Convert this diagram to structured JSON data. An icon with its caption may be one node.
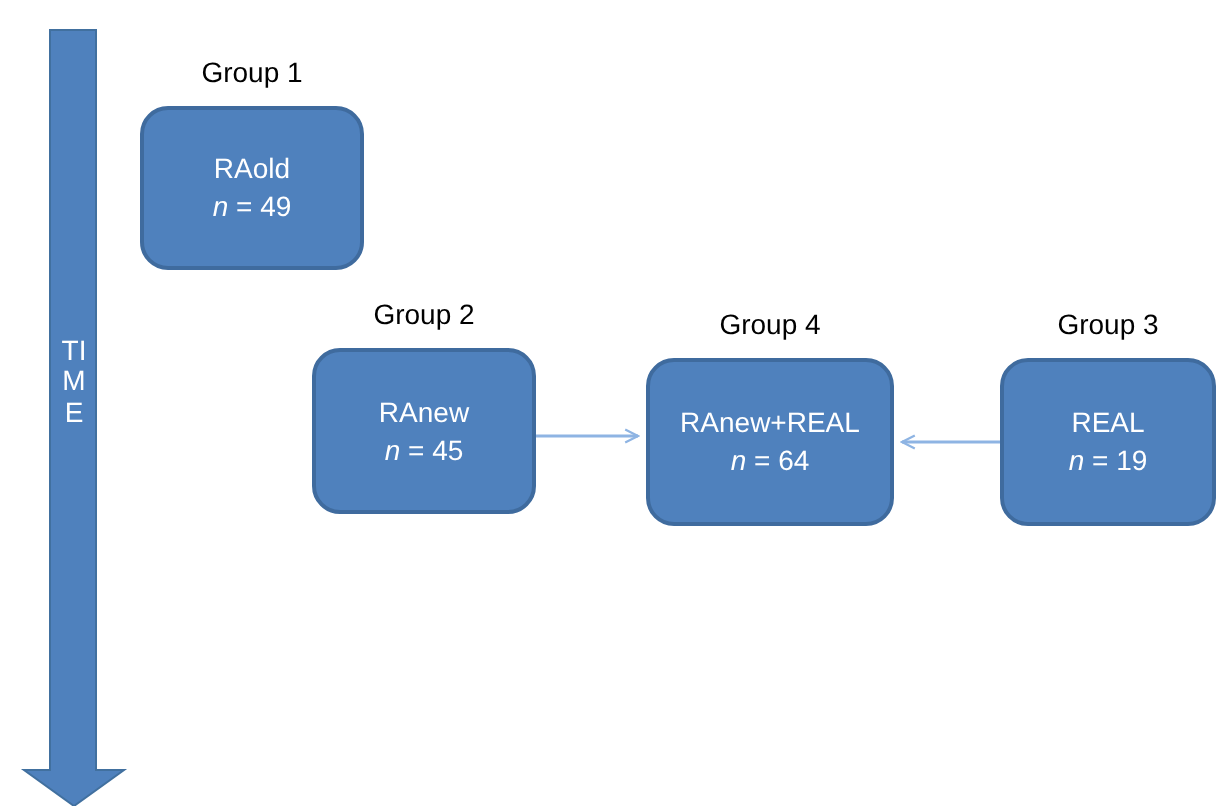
{
  "diagram": {
    "nodes": [
      {
        "text": [
          "Group 1",
          "RAold",
          "*n* = 49"
        ]
      },
      {
        "text": [
          "Group 2",
          "RAnew",
          "*n* = 45"
        ]
      },
      {
        "text": [
          "Group 4",
          "RAnew+REAL",
          "*n* = 64"
        ]
      },
      {
        "text": [
          "Group 3",
          "REAL",
          "*n* = 19"
        ]
      }
    ],
    "edges": [
      {
        "from": 1,
        "to": 2,
        "arrow": "to"
      },
      {
        "from": 3,
        "to": 2,
        "arrow": "to"
      }
    ],
    "labels": [
      "TIME"
    ]
  }
}
